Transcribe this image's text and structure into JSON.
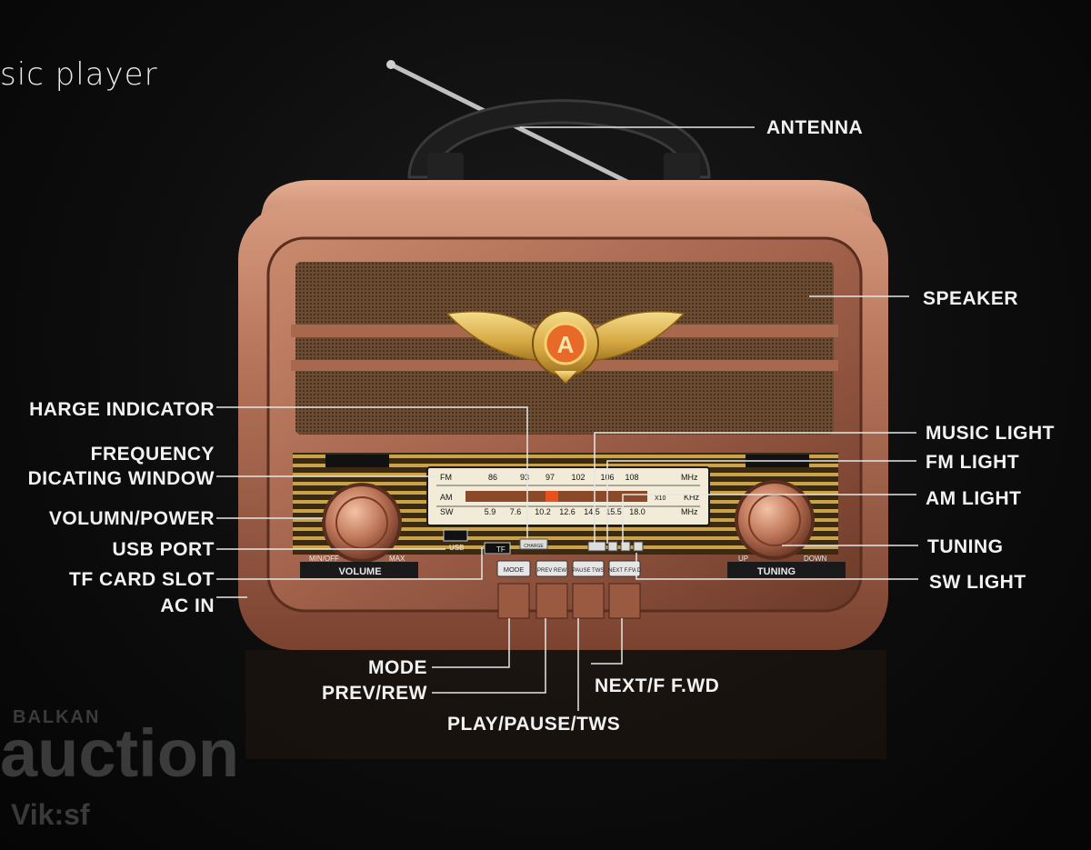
{
  "header": {
    "subtitle": "sic player"
  },
  "radio": {
    "logo_letter": "A",
    "dial": {
      "fm_label": "FM",
      "am_label": "AM",
      "sw_label": "SW",
      "fm_ticks": [
        "86",
        "93",
        "97",
        "102",
        "106",
        "108"
      ],
      "sw_ticks": [
        "5.9",
        "7.6",
        "10.2",
        "12.6",
        "14.5",
        "15.5",
        "18.0"
      ],
      "fm_unit": "MHz",
      "am_unit": "KHz",
      "sw_unit": "MHz",
      "am_multiplier": "X10"
    },
    "knob_labels": {
      "volume": "VOLUME",
      "min": "MIN/OFF",
      "max": "MAX",
      "tuning": "TUNING",
      "up": "UP",
      "down": "DOWN"
    },
    "port_labels": {
      "usb": "USB",
      "tf": "TF",
      "charge": "CHARGE"
    },
    "buttons": [
      {
        "label": "MODE"
      },
      {
        "label": "PREV REW"
      },
      {
        "label": "PAUSE TWS"
      },
      {
        "label": "NEXT F.FWD"
      }
    ]
  },
  "callouts": {
    "antenna": "ANTENNA",
    "speaker": "SPEAKER",
    "charge_indicator": "HARGE INDICATOR",
    "frequency_1": "FREQUENCY",
    "frequency_2": "DICATING WINDOW",
    "volume_power": "VOLUMN/POWER",
    "usb_port": "USB PORT",
    "tf_card_slot": "TF CARD SLOT",
    "ac_in": "AC IN",
    "music_light": "MUSIC LIGHT",
    "fm_light": "FM LIGHT",
    "am_light": "AM LIGHT",
    "tuning": "TUNING",
    "sw_light": "SW LIGHT",
    "mode": "MODE",
    "prev_rew": "PREV/REW",
    "play_pause": "PLAY/PAUSE/TWS",
    "next_ffwd": "NEXT/F F.WD"
  },
  "watermark": {
    "line1": "BALKAN",
    "line2": "auction",
    "line3": "Vik:sf"
  }
}
